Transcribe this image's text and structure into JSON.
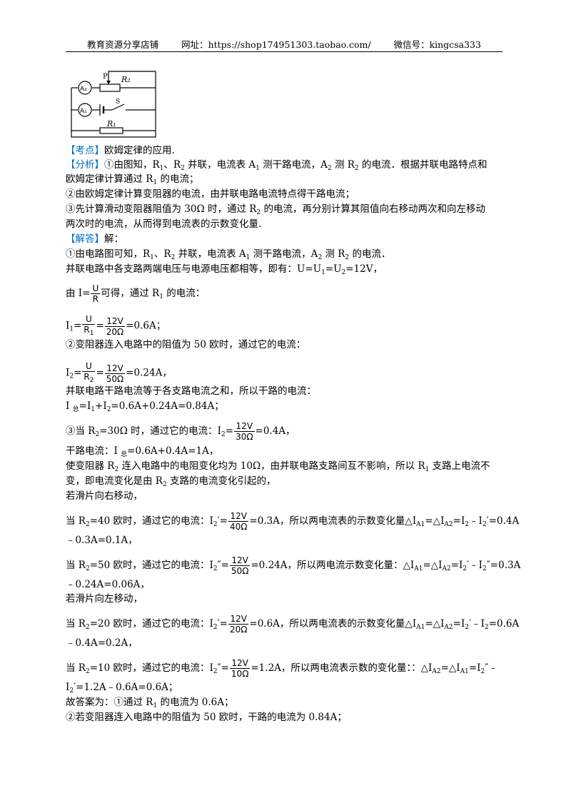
{
  "header": {
    "shop": "教育资源分享店铺",
    "url": "网址：https://shop174951303.taobao.com/",
    "wechat": "微信号：kingcsa333"
  },
  "circuit": {
    "a2": "A₂",
    "a1": "A₁",
    "p": "P",
    "r2": "R₂",
    "s": "S",
    "r1": "R₁"
  },
  "kaodian": {
    "tag": "【考点】",
    "text": "欧姆定律的应用."
  },
  "fenxi": {
    "tag": "【分析】",
    "l1a": "①由图知，R",
    "l1b": "、R",
    "l1c": " 并联，电流表 A",
    "l1d": " 测干路电流，A",
    "l1e": " 测 R",
    "l1f": " 的电流．根据并联电路特点和",
    "l2a": "欧姆定律计算通过 R",
    "l2b": " 的电流；",
    "l3": "②由欧姆定律计算变阻器的电流，由并联电路电流特点得干路电流；",
    "l4a": "③先计算滑动变阻器阻值为 30Ω 时，通过 R",
    "l4b": " 的电流，再分别计算其阻值向右移动两次和向左移动",
    "l5": "两次时的电流，从而得到电流表的示数变化量."
  },
  "jieda": {
    "tag": "【解答】",
    "t": "解：",
    "s1a": "①由电路图可知，R",
    "s1b": "、R",
    "s1c": " 并联，电流表 A",
    "s1d": " 测干路电流，A",
    "s1e": " 测 R",
    "s1f": " 的电流．",
    "s2a": "并联电路中各支路两端电压与电源电压都相等，即有：U=U",
    "s2b": "=U",
    "s2c": "=12V，",
    "s3a": "由 I=",
    "s3b": "可得，通过 R",
    "s3c": " 的电流：",
    "s4a": "I",
    "s4b": "=",
    "s4c": "=0.6A；",
    "s5": "②变阻器连入电路中的阻值为 50 欧时，通过它的电流：",
    "s6a": "I",
    "s6b": "=",
    "s6c": "=0.24A，",
    "s7": "并联电路干路电流等于各支路电流之和，所以干路的电流：",
    "s8a": "I ",
    "s8b": "=I",
    "s8c": "+I",
    "s8d": "=0.6A+0.24A=0.84A；",
    "s9a": "③当 R",
    "s9b": "=30Ω 时，通过它的电流：I",
    "s9c": "=",
    "s9d": "=0.4A，",
    "s10a": "干路电流：I ",
    "s10b": "=0.6A+0.4A=1A，",
    "s11a": "使变阻器 R",
    "s11b": " 连入电路中的电阻变化均为 10Ω，由并联电路支路间互不影响，所以 R",
    "s11c": " 支路上电流不",
    "s12a": "变，即电流变化是由 R",
    "s12b": " 支路的电流变化引起的，",
    "s13": "若滑片向右移动，",
    "s14a": "当 R",
    "s14b": "=40 欧时，通过它的电流：I",
    "s14c": "′=",
    "s14d": "=0.3A，所以两电流表的示数变化量△I",
    "s14e": "=△I",
    "s14f": "=I",
    "s14g": "﹣I",
    "s14h": "′=0.4A",
    "s15": "﹣0.3A=0.1A，",
    "s16a": "当 R",
    "s16b": "=50 欧时，通过它的电流：I",
    "s16c": "″=",
    "s16d": "=0.24A，所以两电流示数变化量：△I",
    "s16e": "=△I",
    "s16f": "=I",
    "s16g": "′﹣I",
    "s16h": "″=0.3A",
    "s17": "﹣0.24A=0.06A，",
    "s18": "若滑片向左移动，",
    "s19a": "当 R",
    "s19b": "=20 欧时，通过它的电流：I",
    "s19c": "′=",
    "s19d": "=0.6A，所以两电流表的示数变化量△I",
    "s19e": "=△I",
    "s19f": "=I",
    "s19g": "′﹣I",
    "s19h": "=0.6A",
    "s20": "﹣0.4A=0.2A，",
    "s21a": "当 R",
    "s21b": "=10 欧时，通过它的电流：I",
    "s21c": "″=",
    "s21d": "=1.2A，所以两电流表示数的变化量：：△I",
    "s21e": "=△I",
    "s21f": "=I",
    "s21g": "″﹣",
    "s22a": "I",
    "s22b": "′=1.2A﹣0.6A=0.6A；",
    "s23": "故答案为：①通过 R",
    "s23b": " 的电流为 0.6A；",
    "s24": "②若变阻器连入电路中的阻值为 50 欧时，干路的电流为 0.84A；"
  },
  "sub": {
    "one": "1",
    "two": "2",
    "zong": "总",
    "a1": "A1",
    "a2": "A2"
  },
  "frac": {
    "u": "U",
    "r": "R",
    "r1": "R",
    "r2": "R",
    "v12": "12V",
    "o20": "20Ω",
    "o50": "50Ω",
    "o30": "30Ω",
    "o40": "40Ω",
    "o10": "10Ω"
  }
}
